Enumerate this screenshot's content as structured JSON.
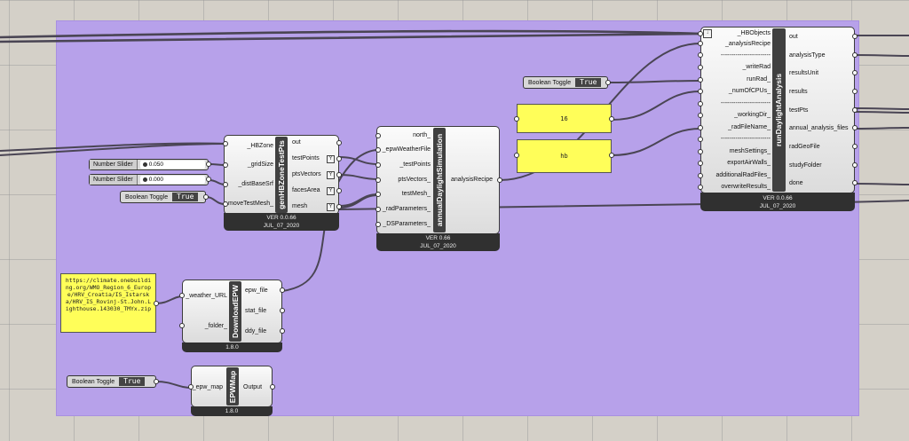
{
  "gen_points": {
    "title": "genHBZoneTestPts",
    "inputs": [
      "_HBZone",
      "_gridSize",
      "_distBaseSrf",
      "moveTestMesh_"
    ],
    "outputs": [
      "out",
      "testPoints",
      "ptsVectors",
      "facesArea",
      "mesh"
    ],
    "version": "VER 0.0.66",
    "date": "JUL_07_2020"
  },
  "annual_sim": {
    "title": "annualDaylightSimulation",
    "inputs": [
      "north_",
      "_epwWeatherFile",
      "_testPoints",
      "ptsVectors_",
      "testMesh_",
      "_radParameters_",
      "_DSParameters_"
    ],
    "outputs": [
      "analysisRecipe"
    ],
    "version": "VER 0.66",
    "date": "JUL_07_2020"
  },
  "run_daylight": {
    "title": "runDaylightAnalysis",
    "inputs": [
      "_HBObjects",
      "_analysisRecipe",
      "------------------------",
      "_writeRad",
      "runRad_",
      "_numOfCPUs_",
      "------------------------",
      "_workingDir_",
      "_radFileName_",
      "------------------------",
      "meshSettings_",
      "exportAirWalls_",
      "additionalRadFiles_",
      "overwriteResults_"
    ],
    "outputs": [
      "out",
      "analysisType",
      "resultsUnit",
      "results",
      "testPts",
      "annual_analysis_files",
      "radGeoFile",
      "studyFolder",
      "done"
    ],
    "version": "VER 0.0.66",
    "date": "JUL_07_2020"
  },
  "download_epw": {
    "title": "DownloadEPW",
    "inputs": [
      "_weather_URL",
      "_folder_"
    ],
    "outputs": [
      "epw_file",
      "stat_file",
      "ddy_file"
    ],
    "version": "1.8.0"
  },
  "epw_map": {
    "title": "EPWMap",
    "inputs": [
      "_epw_map"
    ],
    "outputs": [
      "Output"
    ],
    "version": "1.8.0"
  },
  "sliders": [
    {
      "label": "Number Slider",
      "value": "0.050"
    },
    {
      "label": "Number Slider",
      "value": "0.000"
    }
  ],
  "toggles": {
    "run_rad": {
      "label": "Boolean Toggle",
      "value": "True"
    },
    "move_mesh": {
      "label": "Boolean Toggle",
      "value": "True"
    },
    "epw_map": {
      "label": "Boolean Toggle",
      "value": "True"
    }
  },
  "panels": {
    "cpus": "16",
    "name": "hb",
    "url": "https://climate.onebuilding.org/WMO_Region_6_Europe/HRV_Croatia/IS_Istarska/HRV_IS_Rovinj-St.John.Lighthouse.143030_TMYx.zip"
  },
  "colors": {
    "group": "#b7a1ea",
    "canvas": "#d4d0c8",
    "panel": "#fffe59",
    "title": "#404040"
  }
}
